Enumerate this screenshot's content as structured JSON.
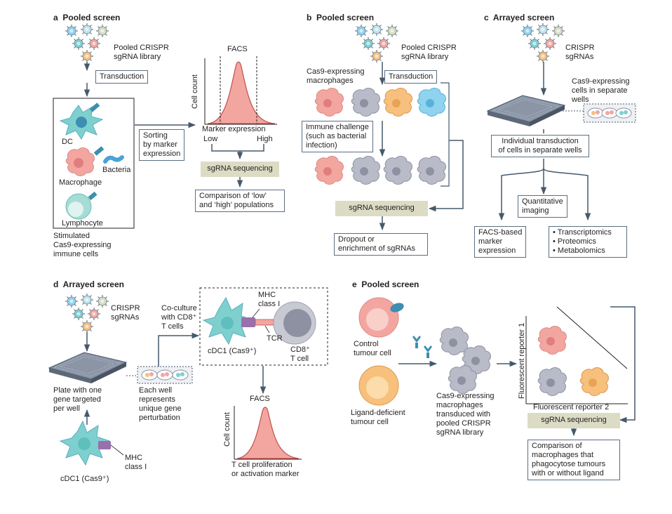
{
  "colors": {
    "arrow": "#46596b",
    "seq_bg": "#dcdcc5",
    "teal": "#7ed0cf",
    "pink": "#f3a6a0",
    "grey": "#b9bcc8",
    "orange": "#f7c07d",
    "blue": "#8fd3ef",
    "purple": "#9b6fae"
  },
  "panel_a": {
    "letter": "a",
    "title": "Pooled screen",
    "library": "Pooled CRISPR\nsgRNA library",
    "transduction": "Transduction",
    "dc": "DC",
    "bacteria": "Bacteria",
    "macrophage": "Macrophage",
    "lymphocyte": "Lymphocyte",
    "stimulated": "Stimulated\nCas9-expressing\nimmune cells",
    "sorting": "Sorting\nby marker\nexpression",
    "facs": "FACS",
    "cell_count": "Cell count",
    "marker_expression": "Marker expression",
    "low": "Low",
    "high": "High",
    "sgrna_seq": "sgRNA sequencing",
    "comparison": "Comparison of ‘low’\nand ‘high’ populations"
  },
  "panel_b": {
    "letter": "b",
    "title": "Pooled screen",
    "library": "Pooled CRISPR\nsgRNA library",
    "macrophages": "Cas9-expressing\nmacrophages",
    "transduction": "Transduction",
    "challenge": "Immune challenge\n(such as bacterial\ninfection)",
    "sgrna_seq": "sgRNA sequencing",
    "dropout": "Dropout or\nenrichment of sgRNAs"
  },
  "panel_c": {
    "letter": "c",
    "title": "Arrayed screen",
    "library": "CRISPR\nsgRNAs",
    "cells": "Cas9-expressing\ncells in separate\nwells",
    "individual": "Individual transduction\nof cells in separate wells",
    "quant": "Quantitative\nimaging",
    "facs_box": "FACS-based\nmarker\nexpression",
    "omics": [
      "Transcriptomics",
      "Proteomics",
      "Metabolomics"
    ]
  },
  "panel_d": {
    "letter": "d",
    "title": "Arrayed screen",
    "library": "CRISPR\nsgRNAs",
    "coculture": "Co-culture\nwith CD8⁺\nT cells",
    "mhc_top": "MHC\nclass I",
    "tcr": "TCR",
    "cdc1_top": "cDC1 (Cas9⁺)",
    "cd8": "CD8⁺\nT cell",
    "plate": "Plate with one\ngene targeted\nper well",
    "each_well": "Each well\nrepresents\nunique gene\nperturbation",
    "facs": "FACS",
    "cell_count": "Cell count",
    "readout": "T cell proliferation\nor activation marker",
    "mhc_bottom": "MHC\nclass I",
    "cdc1_bottom": "cDC1 (Cas9⁺)"
  },
  "panel_e": {
    "letter": "e",
    "title": "Pooled screen",
    "control": "Control\ntumour cell",
    "ligand": "Ligand-deficient\ntumour cell",
    "macrophages": "Cas9-expressing\nmacrophages\ntransduced with\npooled CRISPR\nsgRNA library",
    "reporter1": "Fluorescent reporter 1",
    "reporter2": "Fluorescent reporter 2",
    "sgrna_seq": "sgRNA sequencing",
    "comparison": "Comparison of\nmacrophages that\nphagocytose tumours\nwith or without ligand"
  }
}
